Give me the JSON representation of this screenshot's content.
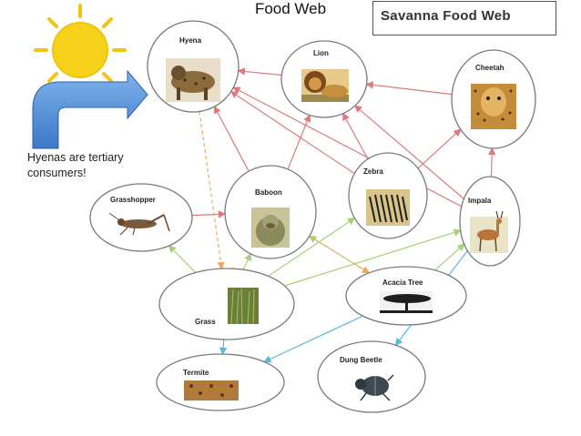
{
  "title": "Food Web",
  "subtitle": "Savanna Food Web",
  "note": "Hyenas are tertiary consumers!",
  "colors": {
    "sun": "#f7d21a",
    "sun_ray": "#f0c40f",
    "callout_arrow": "#4a86d4",
    "red_arrow": "#e07a7a",
    "green_arrow": "#a9cf77",
    "orange_arrow": "#efa85a",
    "blue_arrow": "#5bb8d9",
    "node_border": "#7a7a7a"
  },
  "nodes": [
    {
      "id": "hyena",
      "label": "Hyena",
      "icon": "hyena-photo"
    },
    {
      "id": "lion",
      "label": "Lion",
      "icon": "lion-photo"
    },
    {
      "id": "cheetah",
      "label": "Cheetah",
      "icon": "cheetah-photo"
    },
    {
      "id": "zebra",
      "label": "Zebra",
      "icon": "zebra-photo"
    },
    {
      "id": "impala",
      "label": "Impala",
      "icon": "impala-photo"
    },
    {
      "id": "baboon",
      "label": "Baboon",
      "icon": "baboon-photo"
    },
    {
      "id": "grasshopper",
      "label": "Grasshopper",
      "icon": "grasshopper-photo"
    },
    {
      "id": "grass",
      "label": "Grass",
      "icon": "grass-photo"
    },
    {
      "id": "acacia",
      "label": "Acacia Tree",
      "icon": "acacia-tree-photo"
    },
    {
      "id": "termite",
      "label": "Termite",
      "icon": "termite-photo"
    },
    {
      "id": "dung_beetle",
      "label": "Dung Beetle",
      "icon": "dung-beetle-photo"
    }
  ],
  "edges": [
    {
      "from": "zebra",
      "to": "hyena",
      "kind": "red"
    },
    {
      "from": "impala",
      "to": "hyena",
      "kind": "red"
    },
    {
      "from": "baboon",
      "to": "hyena",
      "kind": "red"
    },
    {
      "from": "lion",
      "to": "hyena",
      "kind": "red"
    },
    {
      "from": "zebra",
      "to": "lion",
      "kind": "red"
    },
    {
      "from": "impala",
      "to": "lion",
      "kind": "red"
    },
    {
      "from": "baboon",
      "to": "lion",
      "kind": "red"
    },
    {
      "from": "cheetah",
      "to": "lion",
      "kind": "red"
    },
    {
      "from": "zebra",
      "to": "cheetah",
      "kind": "red"
    },
    {
      "from": "impala",
      "to": "cheetah",
      "kind": "red"
    },
    {
      "from": "grasshopper",
      "to": "baboon",
      "kind": "red"
    },
    {
      "from": "grass",
      "to": "grasshopper",
      "kind": "green"
    },
    {
      "from": "grass",
      "to": "baboon",
      "kind": "green"
    },
    {
      "from": "grass",
      "to": "zebra",
      "kind": "green"
    },
    {
      "from": "grass",
      "to": "impala",
      "kind": "green"
    },
    {
      "from": "acacia",
      "to": "baboon",
      "kind": "green"
    },
    {
      "from": "acacia",
      "to": "impala",
      "kind": "green"
    },
    {
      "from": "hyena",
      "to": "grass",
      "kind": "orange"
    },
    {
      "from": "baboon",
      "to": "acacia",
      "kind": "orange"
    },
    {
      "from": "grass",
      "to": "termite",
      "kind": "blue"
    },
    {
      "from": "acacia",
      "to": "termite",
      "kind": "blue"
    },
    {
      "from": "impala",
      "to": "dung_beetle",
      "kind": "blue"
    }
  ]
}
